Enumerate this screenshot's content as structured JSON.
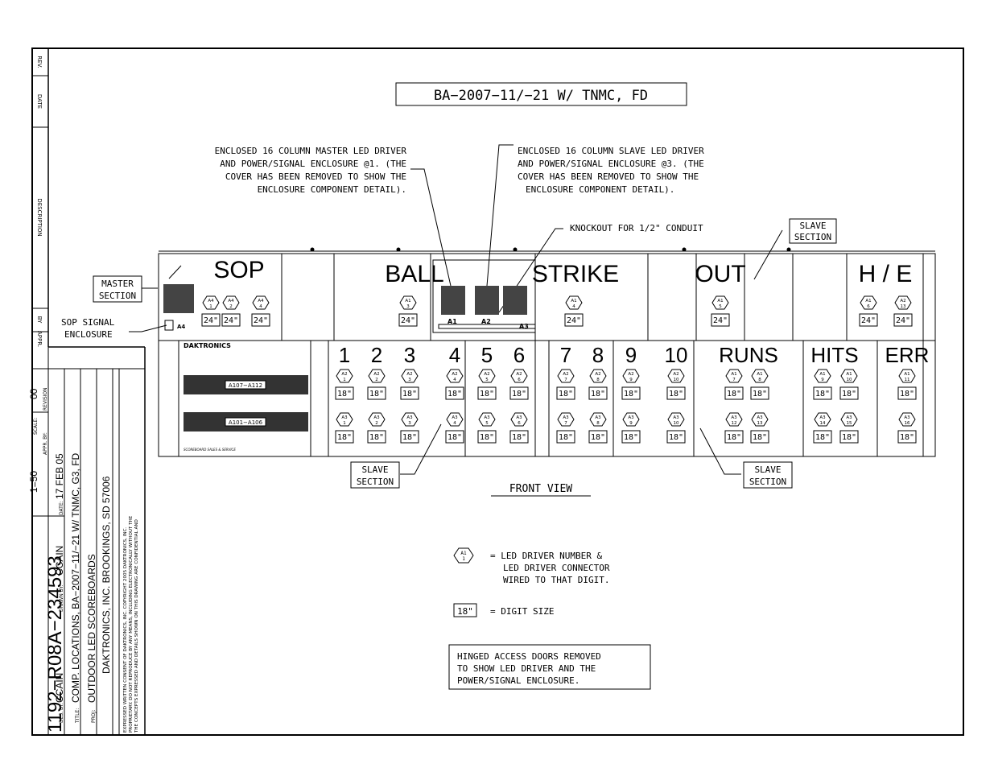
{
  "title_box": "BA−2007−11/−21  W/  TNMC,  FD",
  "callouts": {
    "master_driver": [
      "ENCLOSED 16 COLUMN MASTER LED DRIVER",
      "AND POWER/SIGNAL ENCLOSURE @1.  (THE",
      "COVER HAS BEEN REMOVED TO SHOW THE",
      "ENCLOSURE COMPONENT DETAIL)."
    ],
    "slave_driver": [
      "ENCLOSED 16 COLUMN SLAVE LED DRIVER",
      "AND POWER/SIGNAL ENCLOSURE @3.  (THE",
      "COVER HAS BEEN REMOVED TO SHOW THE",
      "ENCLOSURE COMPONENT DETAIL)."
    ],
    "knockout": "KNOCKOUT FOR 1/2\" CONDUIT",
    "slave_section_top": [
      "SLAVE",
      "SECTION"
    ],
    "master_section": [
      "MASTER",
      "SECTION"
    ],
    "sop_signal": [
      "SOP SIGNAL",
      "ENCLOSURE"
    ],
    "slave_section_left": [
      "SLAVE",
      "SECTION"
    ],
    "slave_section_right": [
      "SLAVE",
      "SECTION"
    ],
    "front_view": "FRONT VIEW"
  },
  "scoreboard": {
    "top_labels": [
      "SOP",
      "BALL",
      "STRIKE",
      "OUT",
      "H / E"
    ],
    "driver_labels": [
      "A1",
      "A2",
      "A3",
      "A4"
    ],
    "bottom_labels": [
      "1",
      "2",
      "3",
      "4",
      "5",
      "6",
      "7",
      "8",
      "9",
      "10",
      "RUNS",
      "HITS",
      "ERR"
    ],
    "brand": "DAKTRONICS",
    "brand_sub": "SCOREBOARD SALES & SERVICE",
    "plate_top": "A107−A112",
    "plate_bottom": "A101−A106",
    "digit_top": "24\"",
    "digit_bottom": "18\""
  },
  "legend": {
    "badge": [
      "A1",
      "1"
    ],
    "badge_text": [
      "=  LED DRIVER NUMBER &",
      "LED DRIVER CONNECTOR",
      "WIRED TO THAT DIGIT."
    ],
    "size_box": "18\"",
    "size_text": "=  DIGIT SIZE",
    "note": [
      "HINGED ACCESS DOORS REMOVED",
      "TO SHOW LED DRIVER AND THE",
      "POWER/SIGNAL ENCLOSURE."
    ]
  },
  "revision_strip": {
    "rev": "REV.",
    "date": "DATE",
    "description": "DESCRIPTION",
    "by": "BY",
    "appr": "APPR."
  },
  "title_block": {
    "notice": [
      "THE CONCEPTS  EXPRESSED  AND  DETAILS SHOWN ON THIS DRAWING ARE CONFIDENTIAL AND",
      "PROPRIETARY.  DO  NOT REPRODUCE BY ANY MEANS, INCLUDING ELECTRONICALLY WITHOUT THE",
      "EXPRESSED WRITTEN CONSENT OF DAKTRONICS, INC.                COPYRIGHT 2005 DAKTRONICS, INC."
    ],
    "company": "DAKTRONICS,  INC.   BROOKINGS,  SD  57006",
    "proj_label": "PROJ:",
    "proj": "OUTDOOR  LED  SCOREBOARDS",
    "title_label": "TITLE:",
    "title": "COMP.  LOCATIONS,  BA−2007−11/−21  W/  TNMC,  G3,  FD",
    "des_label": "DES.  BY:",
    "des": "CCAIN",
    "drawn_label": "DRAWN  BY:",
    "drawn": "CCAIN",
    "date_label": "DATE:",
    "date": "17  FEB  05",
    "revision_label": "REVISION",
    "revision": "00",
    "appr_label": "APPR.  BY:",
    "scale_label": "SCALE:",
    "scale": "1=50",
    "drawing_number": "1192−R08A−234593"
  }
}
